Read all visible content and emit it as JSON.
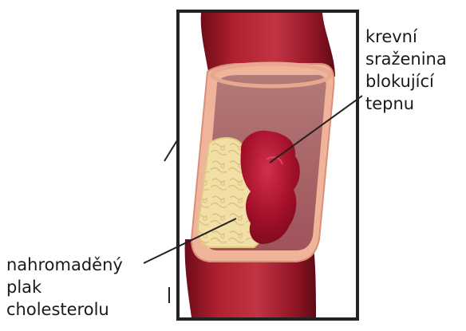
{
  "labels": {
    "clot": [
      "krevní",
      "sraženina",
      "blokující",
      "tepnu"
    ],
    "plaque": [
      "nahromaděný",
      "plak",
      "cholesterolu"
    ]
  },
  "colors": {
    "artery_dark": "#7a0f1e",
    "artery_mid": "#a51a2c",
    "artery_light": "#c83a4a",
    "wall_pink": "#f0b49a",
    "lumen": "#b86a6e",
    "plaque": "#f1dfa6",
    "clot": "#a3102a",
    "frame": "#222222"
  }
}
